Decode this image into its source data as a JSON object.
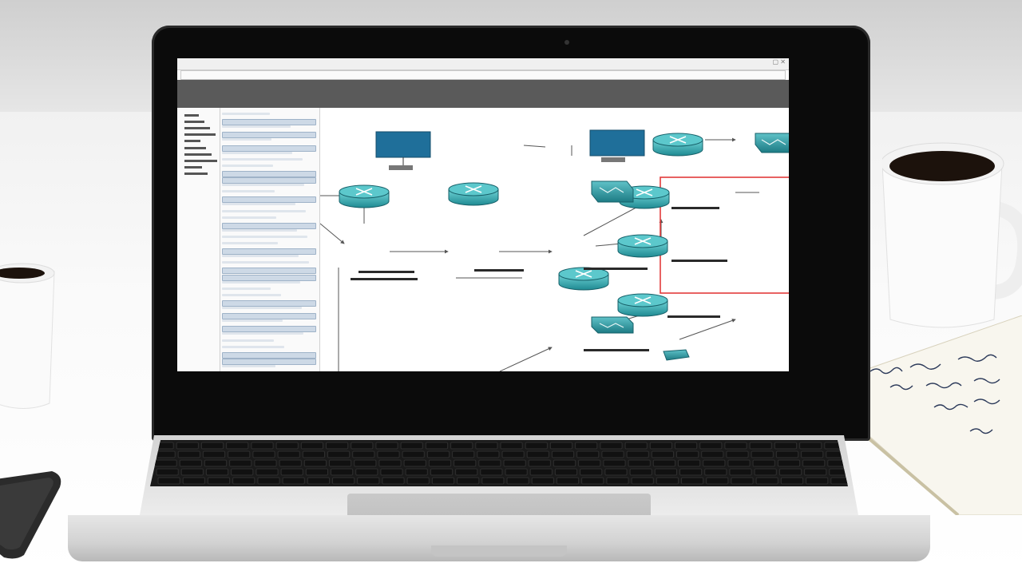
{
  "scene": {
    "description_hidden": "",
    "colors": {
      "router": "#2a9aa0",
      "router_top": "#5cc8cc",
      "switch": "#2a8f98",
      "server": "#1f6f9a",
      "highlight_box": "#e23b3b",
      "link": "#555555",
      "coffee": "#1c120c"
    },
    "icons": [
      "router-icon",
      "switch-icon",
      "server-icon",
      "coffee-cup",
      "notebook",
      "smartphone"
    ]
  },
  "app": {
    "title": "",
    "address": "",
    "sidebar_rows": 40
  },
  "diagram": {
    "nodes": [
      {
        "id": "server-1",
        "type": "server",
        "label": ""
      },
      {
        "id": "server-2",
        "type": "server",
        "label": ""
      },
      {
        "id": "router-1",
        "type": "router",
        "label": ""
      },
      {
        "id": "router-2",
        "type": "router",
        "label": ""
      },
      {
        "id": "switch-1",
        "type": "switch",
        "label": ""
      },
      {
        "id": "router-3",
        "type": "router",
        "label": ""
      },
      {
        "id": "switch-2",
        "type": "switch",
        "label": ""
      },
      {
        "id": "router-4",
        "type": "router",
        "label": ""
      },
      {
        "id": "router-5",
        "type": "router",
        "label": ""
      },
      {
        "id": "router-6",
        "type": "router",
        "label": ""
      },
      {
        "id": "switch-3",
        "type": "switch",
        "label": ""
      },
      {
        "id": "router-7",
        "type": "router",
        "label": ""
      }
    ],
    "highlighted_group": [
      "router-4",
      "router-5"
    ]
  },
  "notebook": {
    "handwriting": ""
  }
}
